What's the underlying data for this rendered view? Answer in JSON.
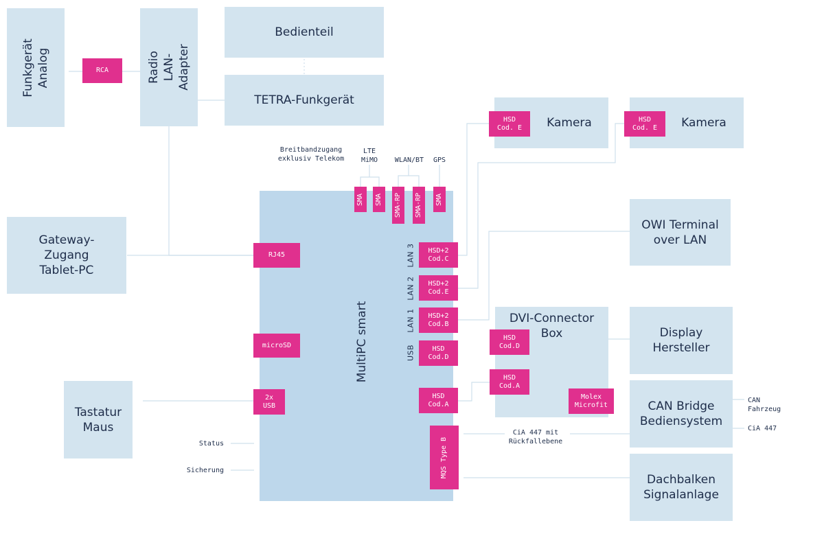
{
  "boxes": {
    "funkgeraet_analog": "Funkgerät\nAnalog",
    "radio_lan_adapter": "Radio\nLAN-Adapter",
    "bedienteil": "Bedienteil",
    "tetra_funkgeraet": "TETRA-Funkgerät",
    "kamera_1": "Kamera",
    "kamera_2": "Kamera",
    "gateway": "Gateway-\nZugang\nTablet-PC",
    "owi_terminal": "OWI Terminal\nover LAN",
    "dvi_connector_box": "DVI-Connector\nBox",
    "display_hersteller": "Display\nHersteller",
    "can_bridge": "CAN Bridge\nBediensystem",
    "tastatur_maus": "Tastatur\nMaus",
    "dachbalken": "Dachbalken\nSignalanlage",
    "multipc": "MultiPC smart"
  },
  "connectors": {
    "rca": "RCA",
    "rj45": "RJ45",
    "microsd": "microSD",
    "usb2x": "2x\nUSB",
    "sma_1": "SMA",
    "sma_2": "SMA",
    "sma_rp_1": "SMA-RP",
    "sma_rp_2": "SMA-RP",
    "sma_3": "SMA",
    "hsd2_codc": "HSD+2\nCod.C",
    "hsd2_code": "HSD+2\nCod.E",
    "hsd2_codb": "HSD+2\nCod.B",
    "hsd_codd_main": "HSD\nCod.D",
    "hsd_coda_main": "HSD\nCod.A",
    "mqs_type_b": "MQS Type B",
    "hsd_code_cam1": "HSD\nCod. E",
    "hsd_code_cam2": "HSD\nCod. E",
    "hsd_codd_dvi": "HSD\nCod.D",
    "hsd_coda_dvi": "HSD\nCod.A",
    "molex": "Molex\nMicrofit"
  },
  "labels": {
    "breitband": "Breitbandzugang\nexklusiv Telekom",
    "lte": "LTE\nMiMO",
    "wlan": "WLAN/BT",
    "gps": "GPS",
    "lan3": "LAN 3",
    "lan2": "LAN 2",
    "lan1": "LAN 1",
    "usb": "USB",
    "status": "Status",
    "sicherung": "Sicherung",
    "cia_rueck": "CiA 447 mit\nRückfallebene",
    "can_fahrzeug": "CAN\nFahrzeug",
    "cia447": "CiA 447"
  },
  "colors": {
    "box": "#d3e4ef",
    "main": "#bdd7eb",
    "connector": "#e0308e",
    "line": "#cfe0ec",
    "text": "#1e2d4a"
  }
}
